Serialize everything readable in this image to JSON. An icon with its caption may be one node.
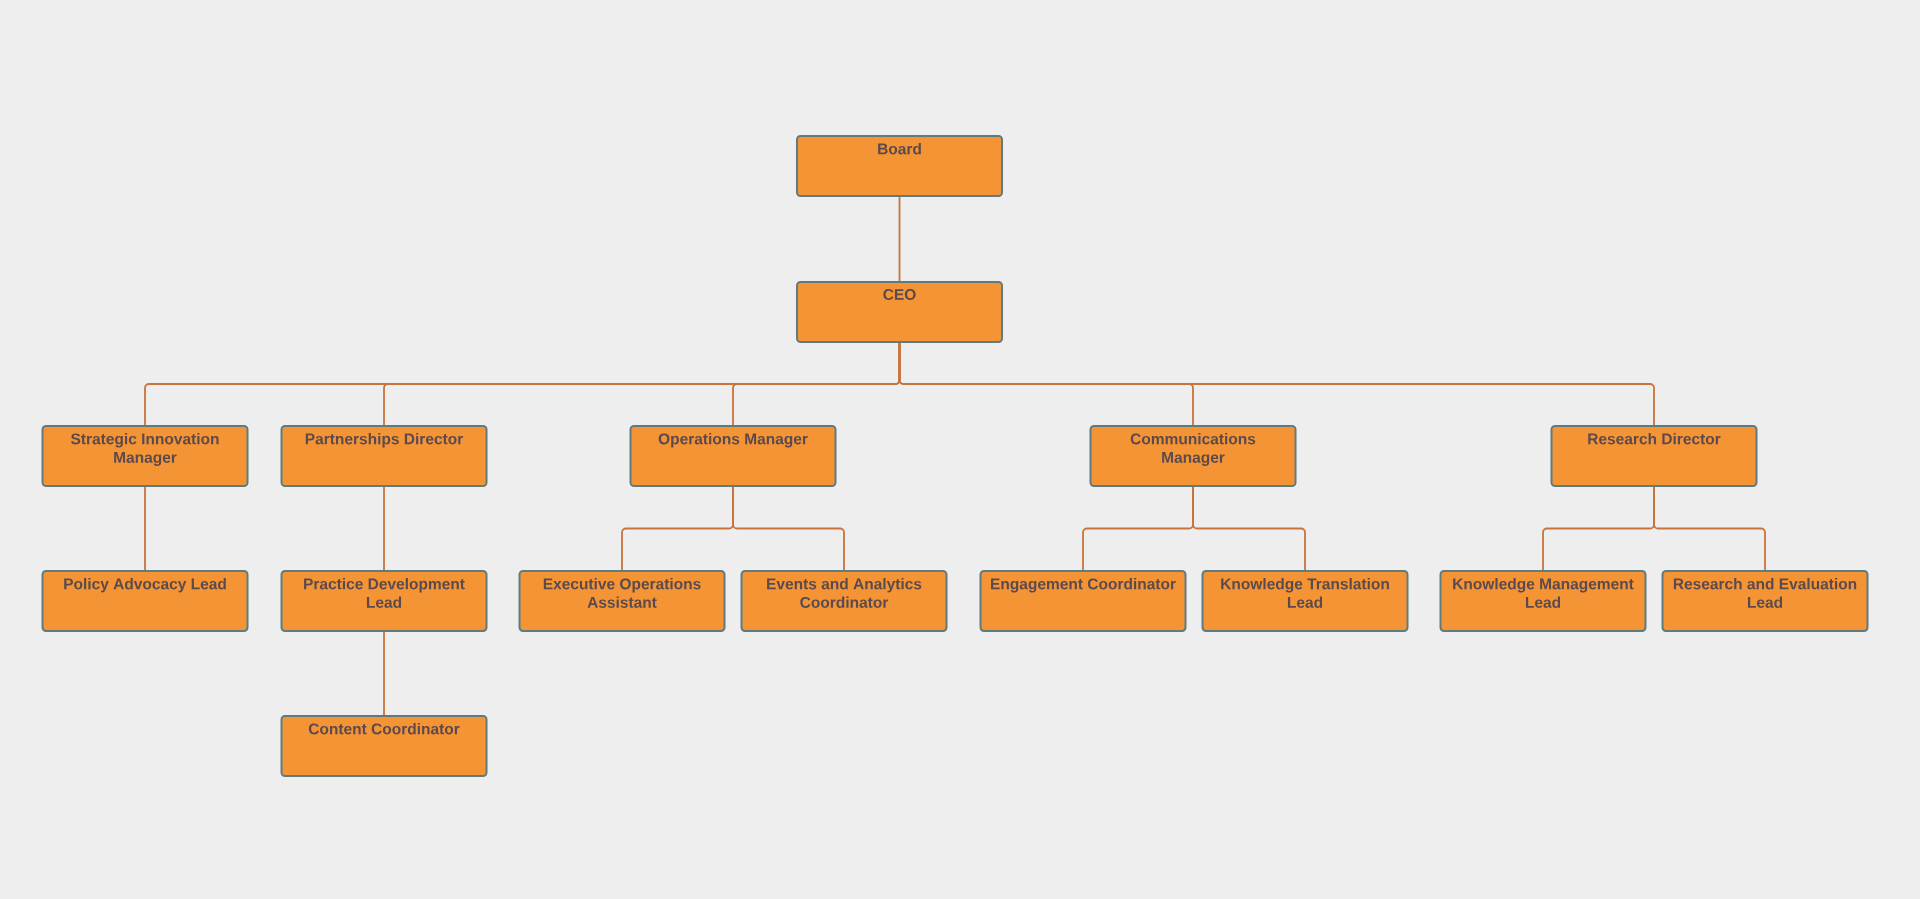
{
  "diagram": {
    "nodes": [
      {
        "text": [
          "Board"
        ]
      },
      {
        "text": [
          "CEO"
        ]
      },
      {
        "text": [
          "Strategic Innovation Manager"
        ]
      },
      {
        "text": [
          "Partnerships Director"
        ]
      },
      {
        "text": [
          "Operations Manager"
        ]
      },
      {
        "text": [
          "Communications Manager"
        ]
      },
      {
        "text": [
          "Research Director"
        ]
      },
      {
        "text": [
          "Policy Advocacy Lead"
        ]
      },
      {
        "text": [
          "Practice Development Lead"
        ]
      },
      {
        "text": [
          "Executive Operations Assistant"
        ]
      },
      {
        "text": [
          "Events and Analytics Coordinator"
        ]
      },
      {
        "text": [
          "Engagement Coordinator"
        ]
      },
      {
        "text": [
          "Knowledge Translation Lead"
        ]
      },
      {
        "text": [
          "Knowledge Management Lead"
        ]
      },
      {
        "text": [
          "Research and Evaluation Lead"
        ]
      },
      {
        "text": [
          "Content Coordinator"
        ]
      }
    ],
    "edges": [
      {
        "from": 0,
        "to": 1,
        "arrow": "none"
      },
      {
        "from": 1,
        "to": 2,
        "arrow": "none"
      },
      {
        "from": 1,
        "to": 3,
        "arrow": "none"
      },
      {
        "from": 1,
        "to": 4,
        "arrow": "none"
      },
      {
        "from": 1,
        "to": 5,
        "arrow": "none"
      },
      {
        "from": 1,
        "to": 6,
        "arrow": "none"
      },
      {
        "from": 2,
        "to": 7,
        "arrow": "none"
      },
      {
        "from": 3,
        "to": 8,
        "arrow": "none"
      },
      {
        "from": 8,
        "to": 15,
        "arrow": "none"
      },
      {
        "from": 4,
        "to": 9,
        "arrow": "none"
      },
      {
        "from": 4,
        "to": 10,
        "arrow": "none"
      },
      {
        "from": 5,
        "to": 11,
        "arrow": "none"
      },
      {
        "from": 5,
        "to": 12,
        "arrow": "none"
      },
      {
        "from": 6,
        "to": 13,
        "arrow": "none"
      },
      {
        "from": 6,
        "to": 14,
        "arrow": "none"
      }
    ]
  }
}
